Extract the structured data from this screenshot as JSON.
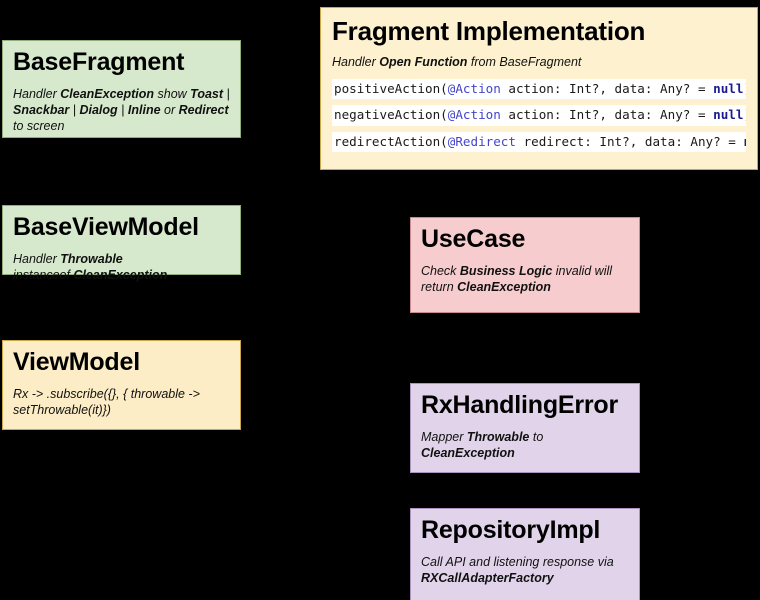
{
  "diagram": {
    "background_color": "#000000",
    "type": "architecture-flow",
    "boxes": [
      {
        "id": "base-fragment",
        "title": "BaseFragment",
        "desc_html": "Handler <b>CleanException</b> show <b>Toast</b> | <b>Snackbar</b> | <b>Dialog</b> | <b>Inline</b> or <b>Redirect</b> to screen",
        "desc_text": "Handler CleanException show Toast | Snackbar | Dialog | Inline or Redirect to screen",
        "fill": "#d7e9cd",
        "border": "#8fae7c"
      },
      {
        "id": "base-view-model",
        "title": "BaseViewModel",
        "desc_html": "Handler <b>Throwable</b><br>instanceof <b>CleanException</b>",
        "desc_text": "Handler Throwable instanceof CleanException",
        "fill": "#d7e9cd",
        "border": "#8fae7c"
      },
      {
        "id": "view-model",
        "title": "ViewModel",
        "desc_html": "Rx -&gt; .subscribe({}, { throwable -&gt; setThrowable(it)})",
        "desc_text": "Rx -> .subscribe({}, { throwable -> setThrowable(it)})",
        "fill": "#fcedc6",
        "border": "#c9a84a"
      },
      {
        "id": "fragment-impl",
        "title": "Fragment Implementation",
        "desc_html": "Handler <b>Open Function</b> from BaseFragment",
        "desc_text": "Handler Open Function from BaseFragment",
        "fill": "#fdf1d0",
        "border": "#c9a84a",
        "code_lines": [
          {
            "text": "positiveAction(@Action action: Int?, data: Any? = null)",
            "html": "positiveAction(<span class=\"anno\">@Action</span> action: Int?, data: Any? = <span class=\"kw\">null</span>)"
          },
          {
            "text": "negativeAction(@Action action: Int?, data: Any? = null)",
            "html": "negativeAction(<span class=\"anno\">@Action</span> action: Int?, data: Any? = <span class=\"kw\">null</span>)"
          },
          {
            "text": "redirectAction(@Redirect redirect: Int?, data: Any? = null)",
            "html": "redirectAction(<span class=\"anno\">@Redirect</span> redirect: Int?, data: Any? = <span class=\"kw\">null</span>)"
          }
        ]
      },
      {
        "id": "use-case",
        "title": "UseCase",
        "desc_html": "Check <b>Business Logic</b> invalid will return <b>CleanException</b>",
        "desc_text": "Check Business Logic invalid will return CleanException",
        "fill": "#f7ccce",
        "border": "#c98b8d"
      },
      {
        "id": "rx-handling-error",
        "title": "RxHandlingError",
        "desc_html": "Mapper <b>Throwable</b> to <b>CleanException</b>",
        "desc_text": "Mapper Throwable to CleanException",
        "fill": "#e1d4ea",
        "border": "#ab94bd"
      },
      {
        "id": "repository-impl",
        "title": "RepositoryImpl",
        "desc_html": "Call API and listening response via <b>RXCallAdapterFactory</b>",
        "desc_text": "Call API and listening response via RXCallAdapterFactory",
        "fill": "#e1d4ea",
        "border": "#ab94bd"
      }
    ]
  }
}
